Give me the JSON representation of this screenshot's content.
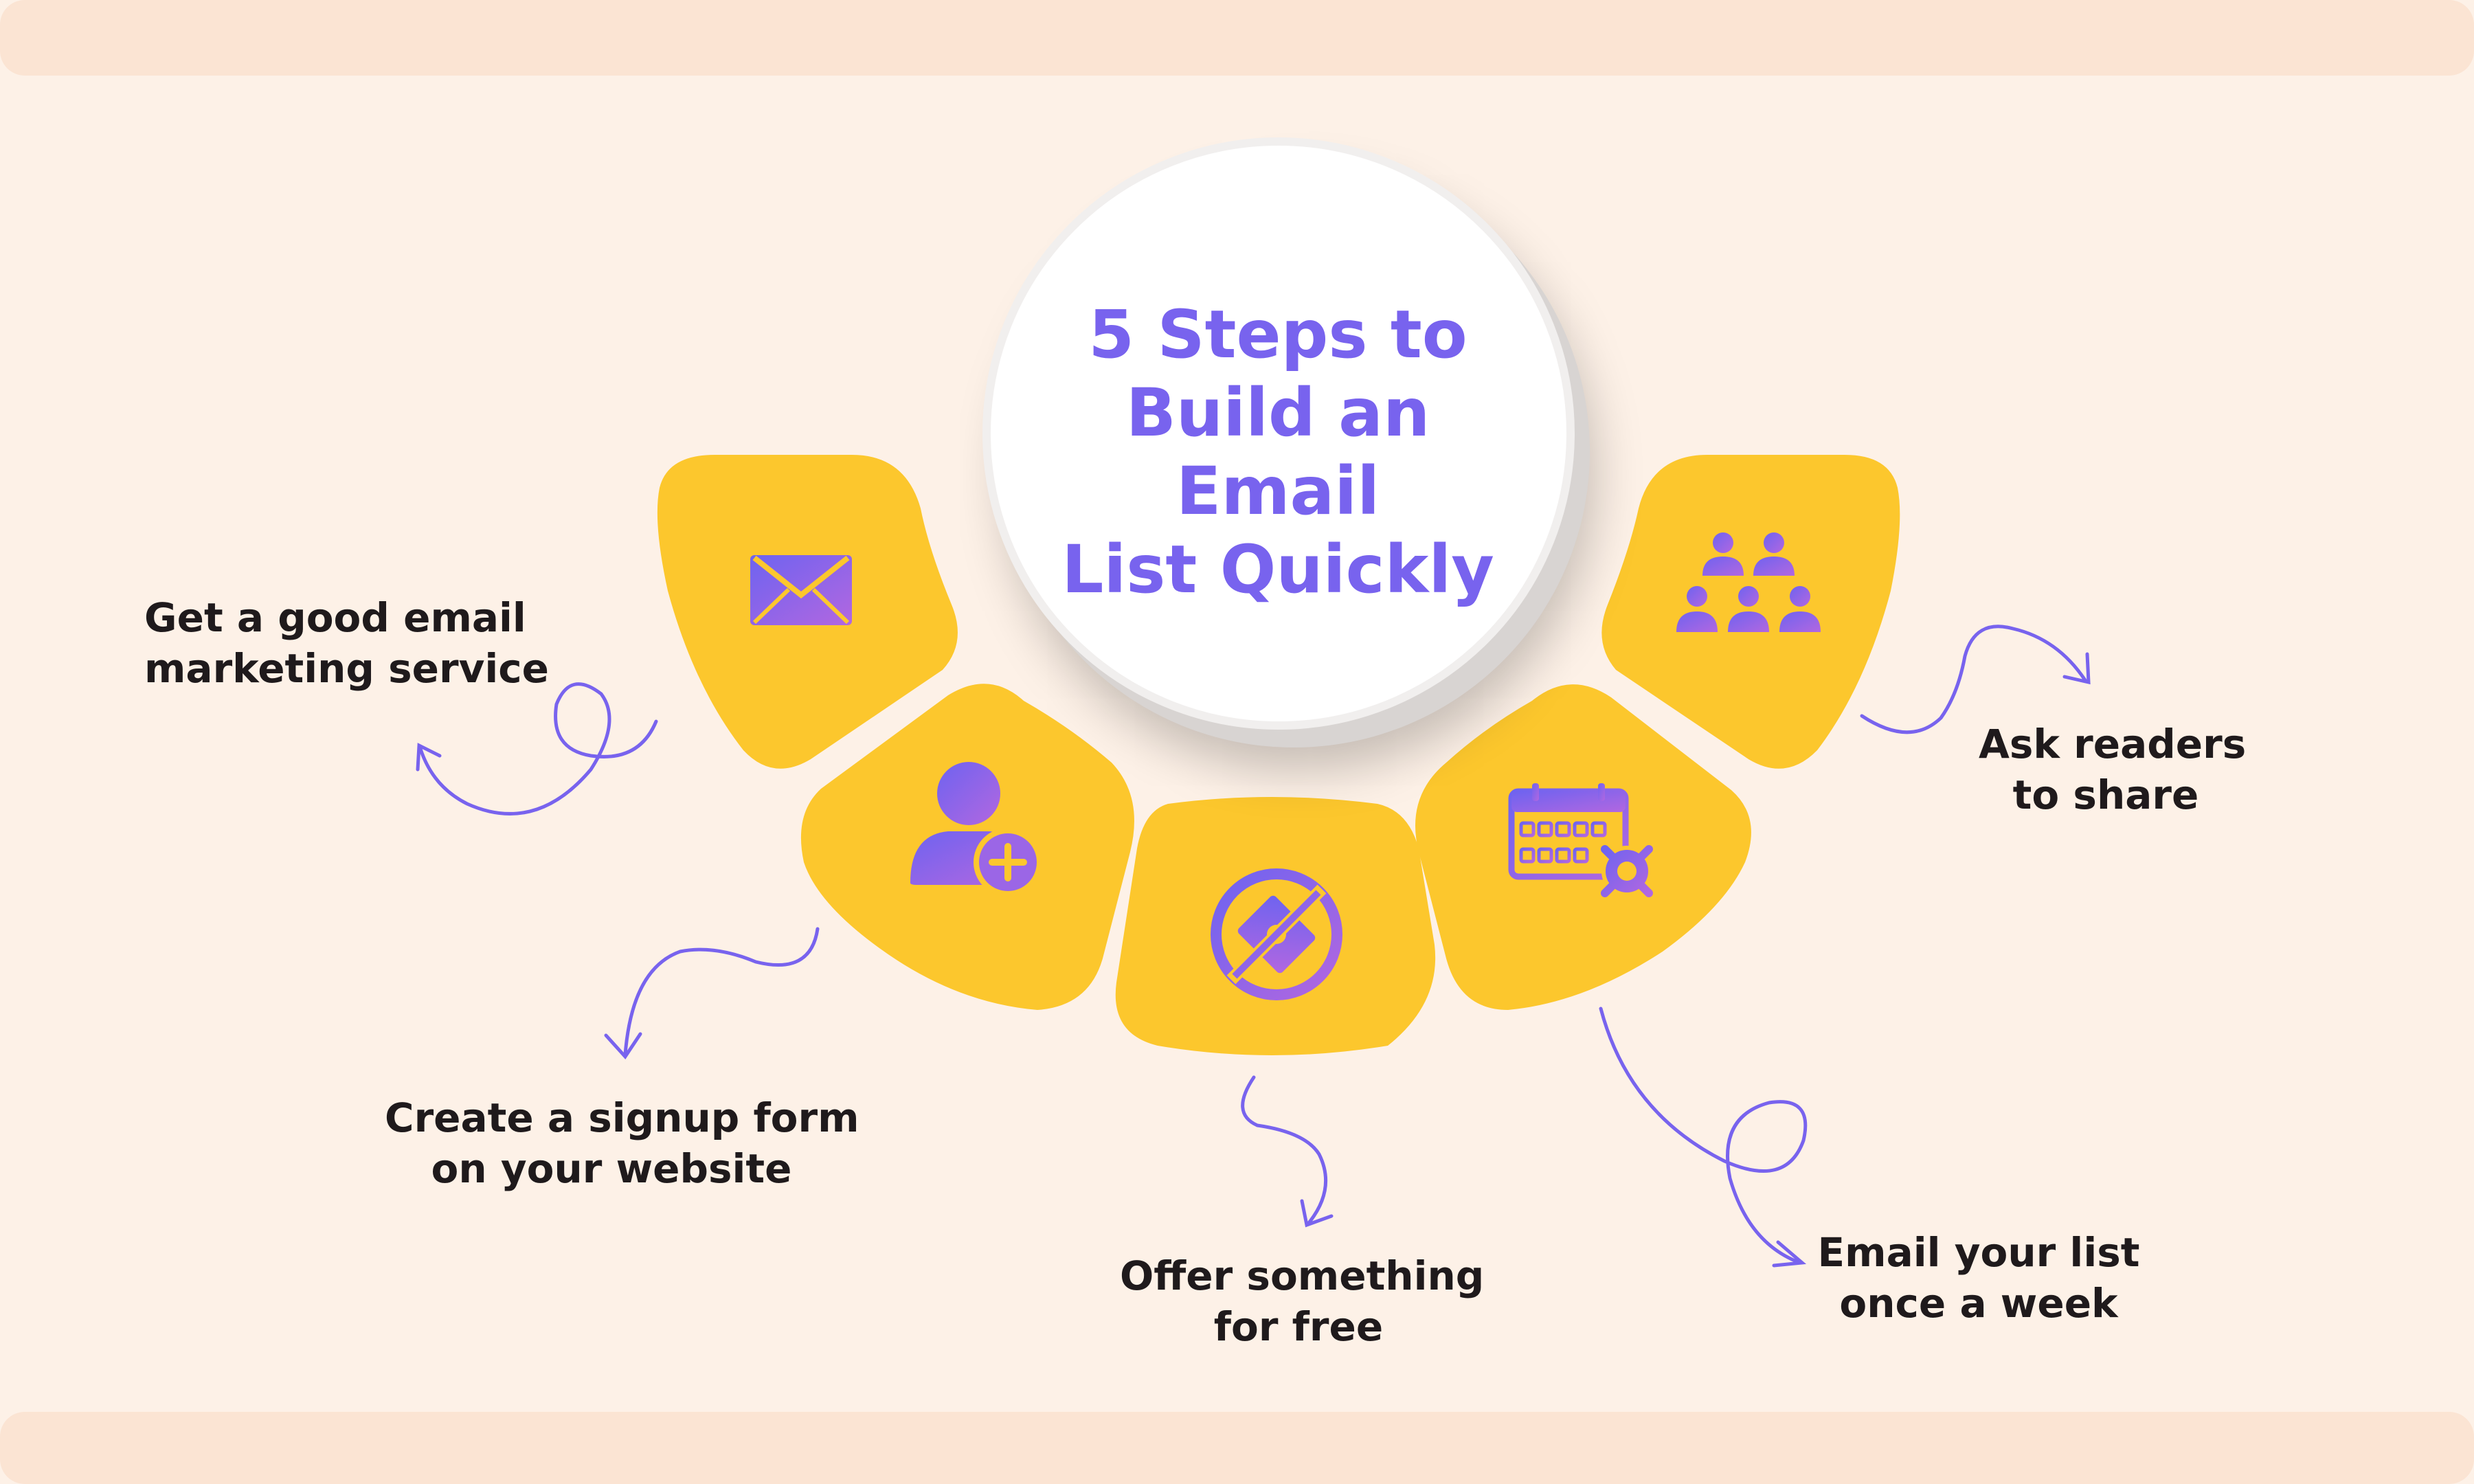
{
  "title_lines": [
    "5 Steps to",
    "Build an Email",
    "List Quickly"
  ],
  "steps": [
    {
      "icon": "envelope-icon",
      "lines": [
        "Get a good email",
        "marketing service"
      ]
    },
    {
      "icon": "add-user-icon",
      "lines": [
        "Create a signup form",
        "on your website"
      ]
    },
    {
      "icon": "no-price-tag-icon",
      "lines": [
        "Offer something",
        "for free"
      ]
    },
    {
      "icon": "calendar-settings-icon",
      "lines": [
        "Email your list",
        "once a week"
      ]
    },
    {
      "icon": "audience-group-icon",
      "lines": [
        "Ask readers",
        "to share"
      ]
    }
  ],
  "colors": {
    "background": "#fdf1e7",
    "band": "#fbe4d3",
    "petal": "#fcc72d",
    "accent": "#7863ee",
    "icon_gradient_start": "#6e63f0",
    "icon_gradient_end": "#b267e0",
    "text": "#1f1a1c"
  }
}
